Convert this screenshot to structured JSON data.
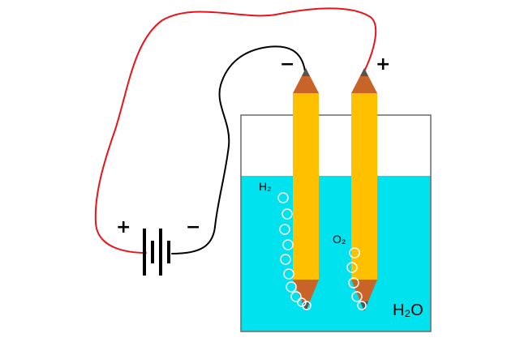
{
  "labels": {
    "battery_plus": "+",
    "battery_minus": "−",
    "cathode_sign": "−",
    "anode_sign": "+",
    "hydrogen": "H₂",
    "oxygen": "O₂",
    "water": "H₂O"
  },
  "colors": {
    "positive_wire": "#e8141c",
    "negative_wire": "#000000",
    "water": "#00e3ee",
    "pencil_body": "#ffc000",
    "pencil_tip": "#c86428",
    "graphite": "#555555",
    "beaker_outline": "#6a6a6a"
  },
  "bubbles": {
    "hydrogen_count": 10,
    "oxygen_count": 5
  }
}
